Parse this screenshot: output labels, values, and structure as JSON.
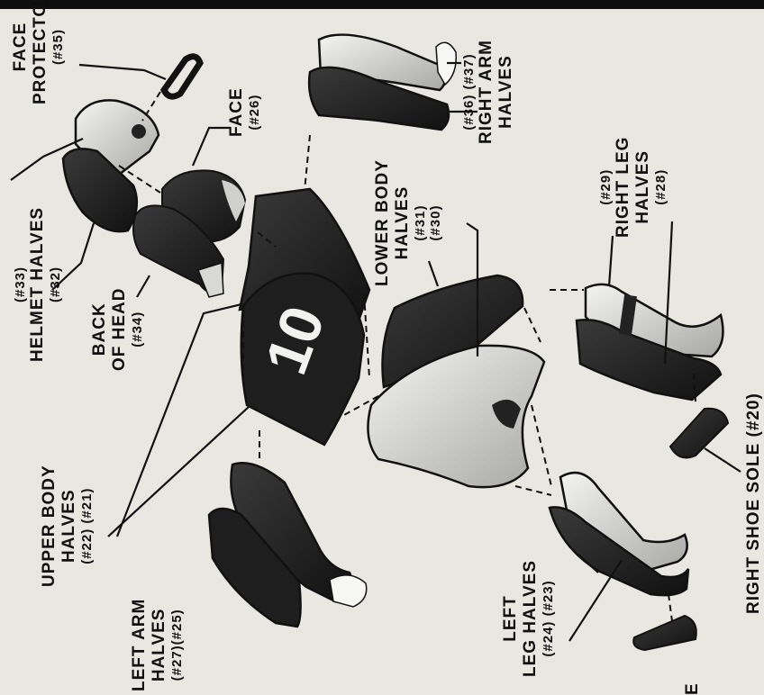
{
  "labels": {
    "face_protector": {
      "title": "FACE",
      "title2": "PROTECTOR",
      "num": "(#35)"
    },
    "face": {
      "title": "FACE",
      "num": "(#26)"
    },
    "helmet_halves": {
      "num_top": "(#33)",
      "title": "HELMET HALVES",
      "num_bottom": "(#32)"
    },
    "back_of_head": {
      "title": "BACK",
      "title2": "OF HEAD",
      "num": "(#34)"
    },
    "upper_body_halves": {
      "title": "UPPER BODY",
      "title2": "HALVES",
      "num": "(#22) (#21)"
    },
    "left_arm_halves": {
      "title": "LEFT ARM",
      "title2": "HALVES",
      "num": "(#27)(#25)"
    },
    "left_leg_halves": {
      "title": "LEFT",
      "title2": "LEG HALVES",
      "num": "(#24) (#23)"
    },
    "lower_body_halves": {
      "title": "LOWER BODY",
      "title2": "HALVES",
      "num": "(#31)",
      "num2": "(#30)"
    },
    "right_arm_halves": {
      "num_top": "(#36) (#37)",
      "title": "RIGHT ARM",
      "title2": "HALVES"
    },
    "right_leg_halves": {
      "num_top": "(#29)",
      "title": "RIGHT LEG",
      "title2": "HALVES",
      "num": "(#28)"
    },
    "right_shoe_sole": {
      "title": "RIGHT SHOE SOLE (#20)"
    },
    "edge_fragment": {
      "title": "E"
    }
  },
  "jersey_number": "10",
  "colors": {
    "ink": "#111111",
    "paper": "#e9e7e2",
    "part_dark": "#1c1c1c",
    "part_light": "#d8d8d6"
  }
}
